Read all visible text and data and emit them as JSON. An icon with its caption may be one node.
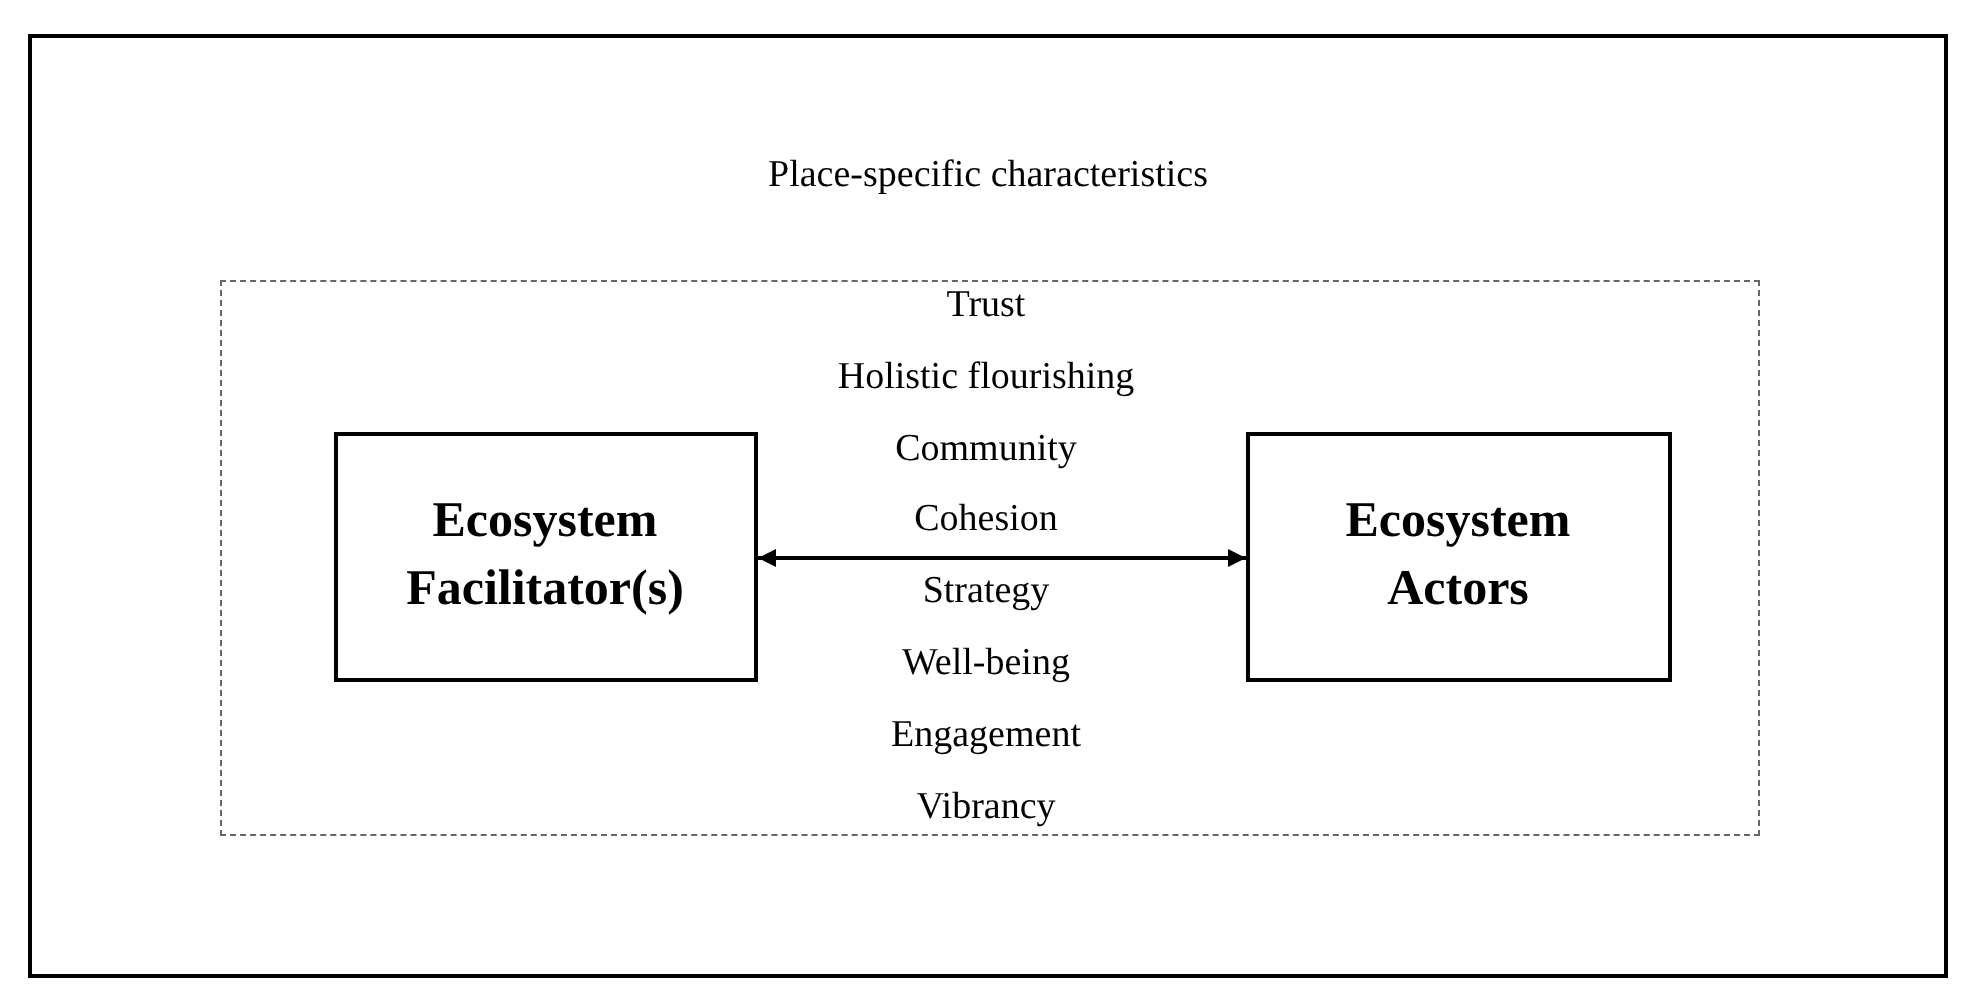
{
  "diagram": {
    "nodes": [
      {
        "text": [
          "Place-specific characteristics"
        ]
      },
      {
        "text": [],
        "shape": "box",
        "in": 0
      },
      {
        "text": [
          "Ecosystem Facilitator(s)"
        ],
        "in": 1
      },
      {
        "text": [
          "Ecosystem Actors"
        ],
        "in": 1
      }
    ],
    "edges": [
      {
        "from": 2,
        "to": 3,
        "arrow": "both"
      }
    ],
    "labels": [
      "Trust",
      "Holistic flourishing",
      "Community",
      "Cohesion",
      "Strategy",
      "Well-being",
      "Engagement",
      "Vibrancy"
    ]
  }
}
